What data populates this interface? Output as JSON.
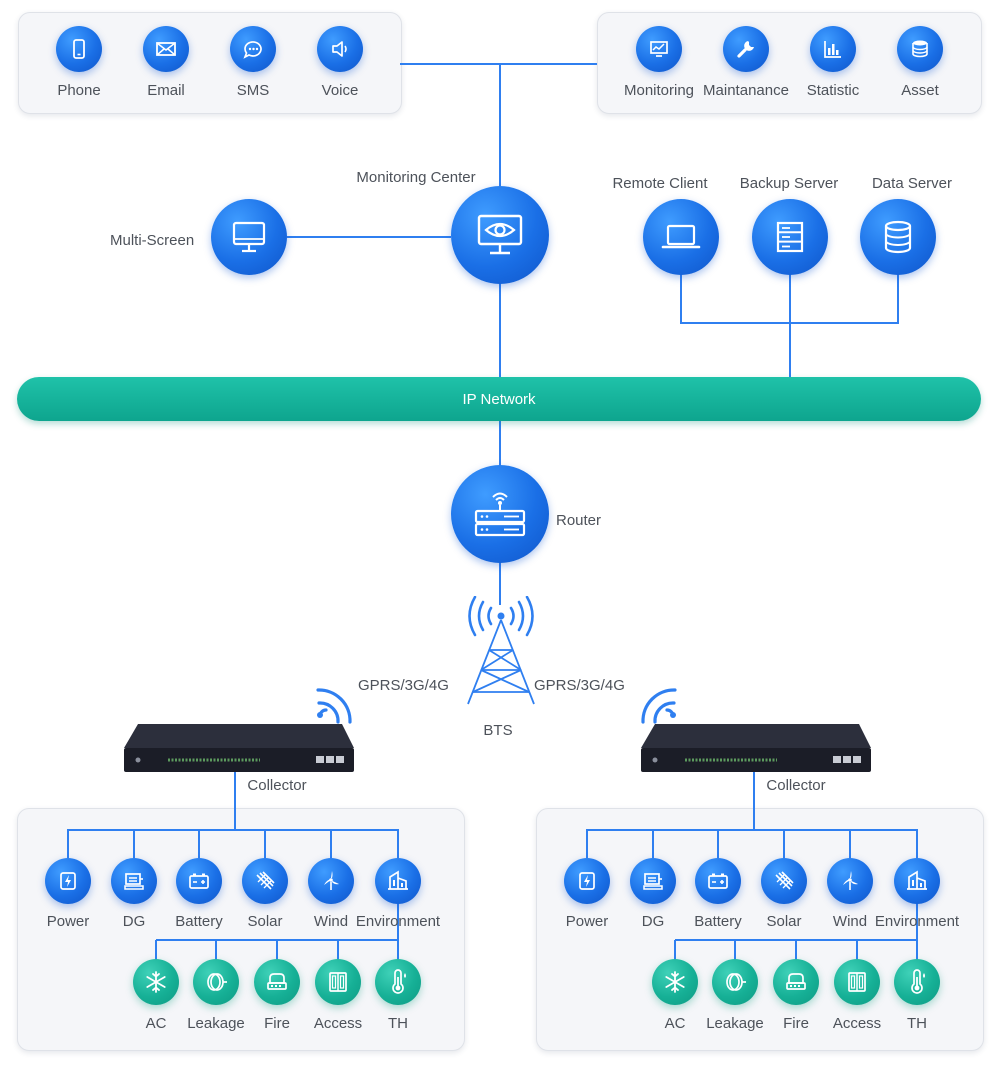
{
  "notify_panel": {
    "items": [
      {
        "label": "Phone",
        "icon": "phone-icon"
      },
      {
        "label": "Email",
        "icon": "email-icon"
      },
      {
        "label": "SMS",
        "icon": "sms-icon"
      },
      {
        "label": "Voice",
        "icon": "voice-icon"
      }
    ]
  },
  "mgmt_panel": {
    "items": [
      {
        "label": "Monitoring",
        "icon": "monitoring-icon"
      },
      {
        "label": "Maintanance",
        "icon": "wrench-icon"
      },
      {
        "label": "Statistic",
        "icon": "bar-chart-icon"
      },
      {
        "label": "Asset",
        "icon": "coins-icon"
      }
    ]
  },
  "center": {
    "monitoring_center": "Monitoring Center",
    "multi_screen": "Multi-Screen",
    "remote_client": "Remote Client",
    "backup_server": "Backup Server",
    "data_server": "Data Server"
  },
  "network": {
    "ip_network": "IP Network",
    "router": "Router",
    "bts": "BTS",
    "gprs_left": "GPRS/3G/4G",
    "gprs_right": "GPRS/3G/4G"
  },
  "collectors": [
    {
      "label": "Collector",
      "top_row": [
        "Power",
        "DG",
        "Battery",
        "Solar",
        "Wind",
        "Environment"
      ],
      "bottom_row": [
        "AC",
        "Leakage",
        "Fire",
        "Access",
        "TH"
      ]
    },
    {
      "label": "Collector",
      "top_row": [
        "Power",
        "DG",
        "Battery",
        "Solar",
        "Wind",
        "Environment"
      ],
      "bottom_row": [
        "AC",
        "Leakage",
        "Fire",
        "Access",
        "TH"
      ]
    }
  ],
  "colors": {
    "blue_node": "#1a6fe6",
    "green_node": "#16b096",
    "wire": "#2f7ff0",
    "ip_bar": "#14b39b"
  }
}
